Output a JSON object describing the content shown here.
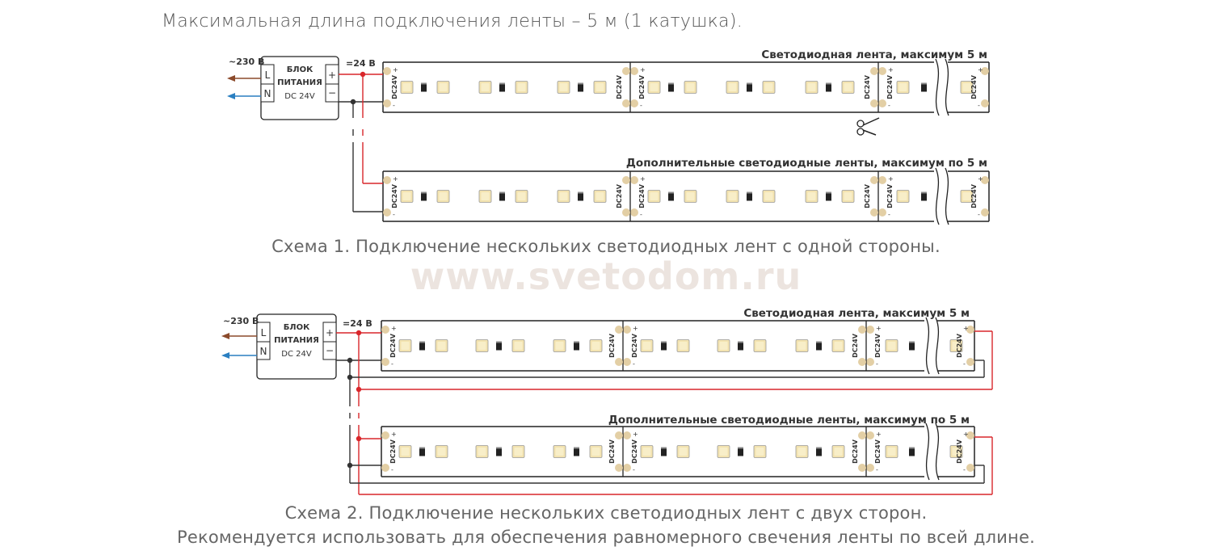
{
  "heading": "Максимальная длина подключения ленты – 5 м (1 катушка).",
  "watermark": "www.svetodom.ru",
  "scheme1": {
    "caption": "Схема 1. Подключение нескольких светодиодных лент с одной стороны.",
    "strip_main_label": "Светодиодная лента, максимум 5 м",
    "strip_extra_label": "Дополнительные светодиодные ленты, максимум по 5 м"
  },
  "scheme2": {
    "caption_line1": "Схема 2. Подключение нескольких светодиодных лент с двух сторон.",
    "caption_line2": "Рекомендуется использовать для обеспечения равномерного свечения ленты по всей длине.",
    "strip_main_label": "Светодиодная лента, максимум 5 м",
    "strip_extra_label": "Дополнительные светодиодные ленты, максимум по 5 м"
  },
  "power_supply": {
    "input_label": "~230 В",
    "output_label": "=24 В",
    "title_line1": "БЛОК",
    "title_line2": "ПИТАНИЯ",
    "model": "DC 24V",
    "terminal_L": "L",
    "terminal_N": "N",
    "terminal_plus": "+",
    "terminal_minus": "−"
  },
  "strip_marking": "DC24V",
  "pad_plus": "+",
  "pad_minus": "-",
  "colors": {
    "wire_positive": "#d9262b",
    "wire_negative": "#333333",
    "wire_L": "#8b4a2b",
    "wire_N": "#2a7fc1",
    "pad": "#e3cfa5",
    "led": "#f3e3b0",
    "outline": "#222222"
  }
}
